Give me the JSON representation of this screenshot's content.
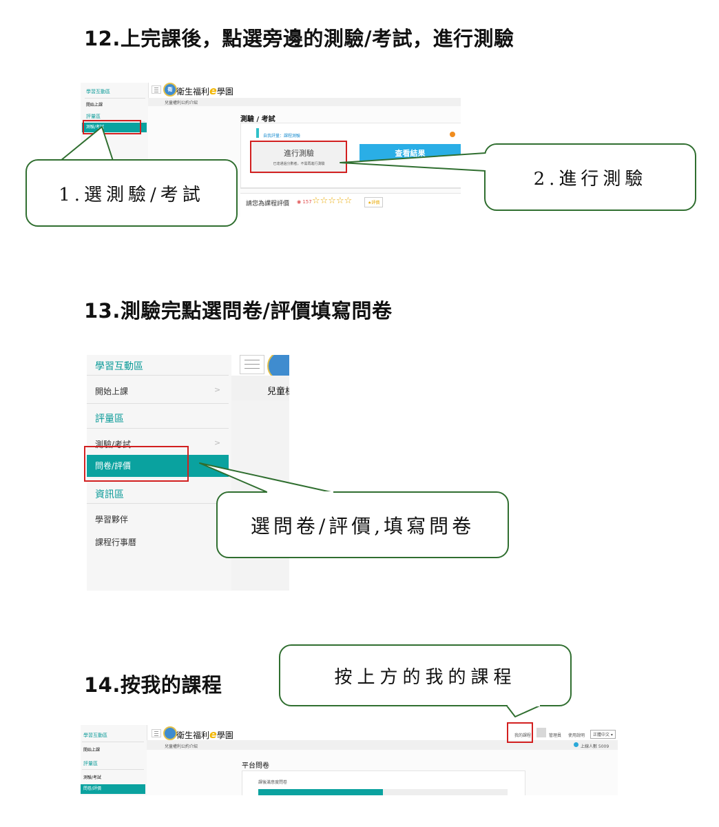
{
  "section12": {
    "heading": "12.上完課後，點選旁邊的測驗/考試，進行測驗",
    "sidebar": [
      "學習互動區",
      "開始上課",
      "評量區",
      "測驗/考試"
    ],
    "logo_emblem": "衛",
    "logo_text": "衛生福利",
    "logo_e": "e",
    "logo_tail": "學園",
    "breadcrumb": "兒童權利公約介紹",
    "panel_title": "測驗 / 考試",
    "item_label": "自我評量：課程測驗",
    "take_quiz_label": "進行測驗",
    "take_quiz_note": "已達通過分數者，不需再進行測驗",
    "view_results_label": "查看結果",
    "rate_prompt": "請您為課程評價",
    "rate_count": "157",
    "stars": "☆☆☆☆☆",
    "rate_button": "★評價",
    "callout1": "1.選測驗/考試",
    "callout2": "2.進行測驗"
  },
  "section13": {
    "heading": "13.測驗完點選問卷/評價填寫問卷",
    "sidebar": {
      "group1": "學習互動區",
      "start": "開始上課",
      "group2": "評量區",
      "quiz": "測驗/考試",
      "survey": "問卷/評價",
      "group3": "資訊區",
      "partners": "學習夥伴",
      "calendar": "課程行事曆"
    },
    "chevron": ">",
    "breadcrumb_cut": "兒童楾",
    "callout": "選問卷/評價,填寫問卷"
  },
  "section14": {
    "heading": "14.按我的課程",
    "callout": "按上方的我的課程",
    "sidebar": [
      "學習互動區",
      "開始上課",
      "評量區",
      "測驗/考試",
      "問卷/評價"
    ],
    "logo_text": "衛生福利",
    "logo_e": "e",
    "logo_tail": "學園",
    "breadcrumb": "兒童權利公約介紹",
    "my_courses": "我的課程",
    "user_name": "管理員",
    "help_link": "使用說明",
    "language": "正體中文",
    "online_count": "上線人數 5009",
    "panel_title": "平台問卷",
    "survey_name": "課後滿意度問卷"
  }
}
